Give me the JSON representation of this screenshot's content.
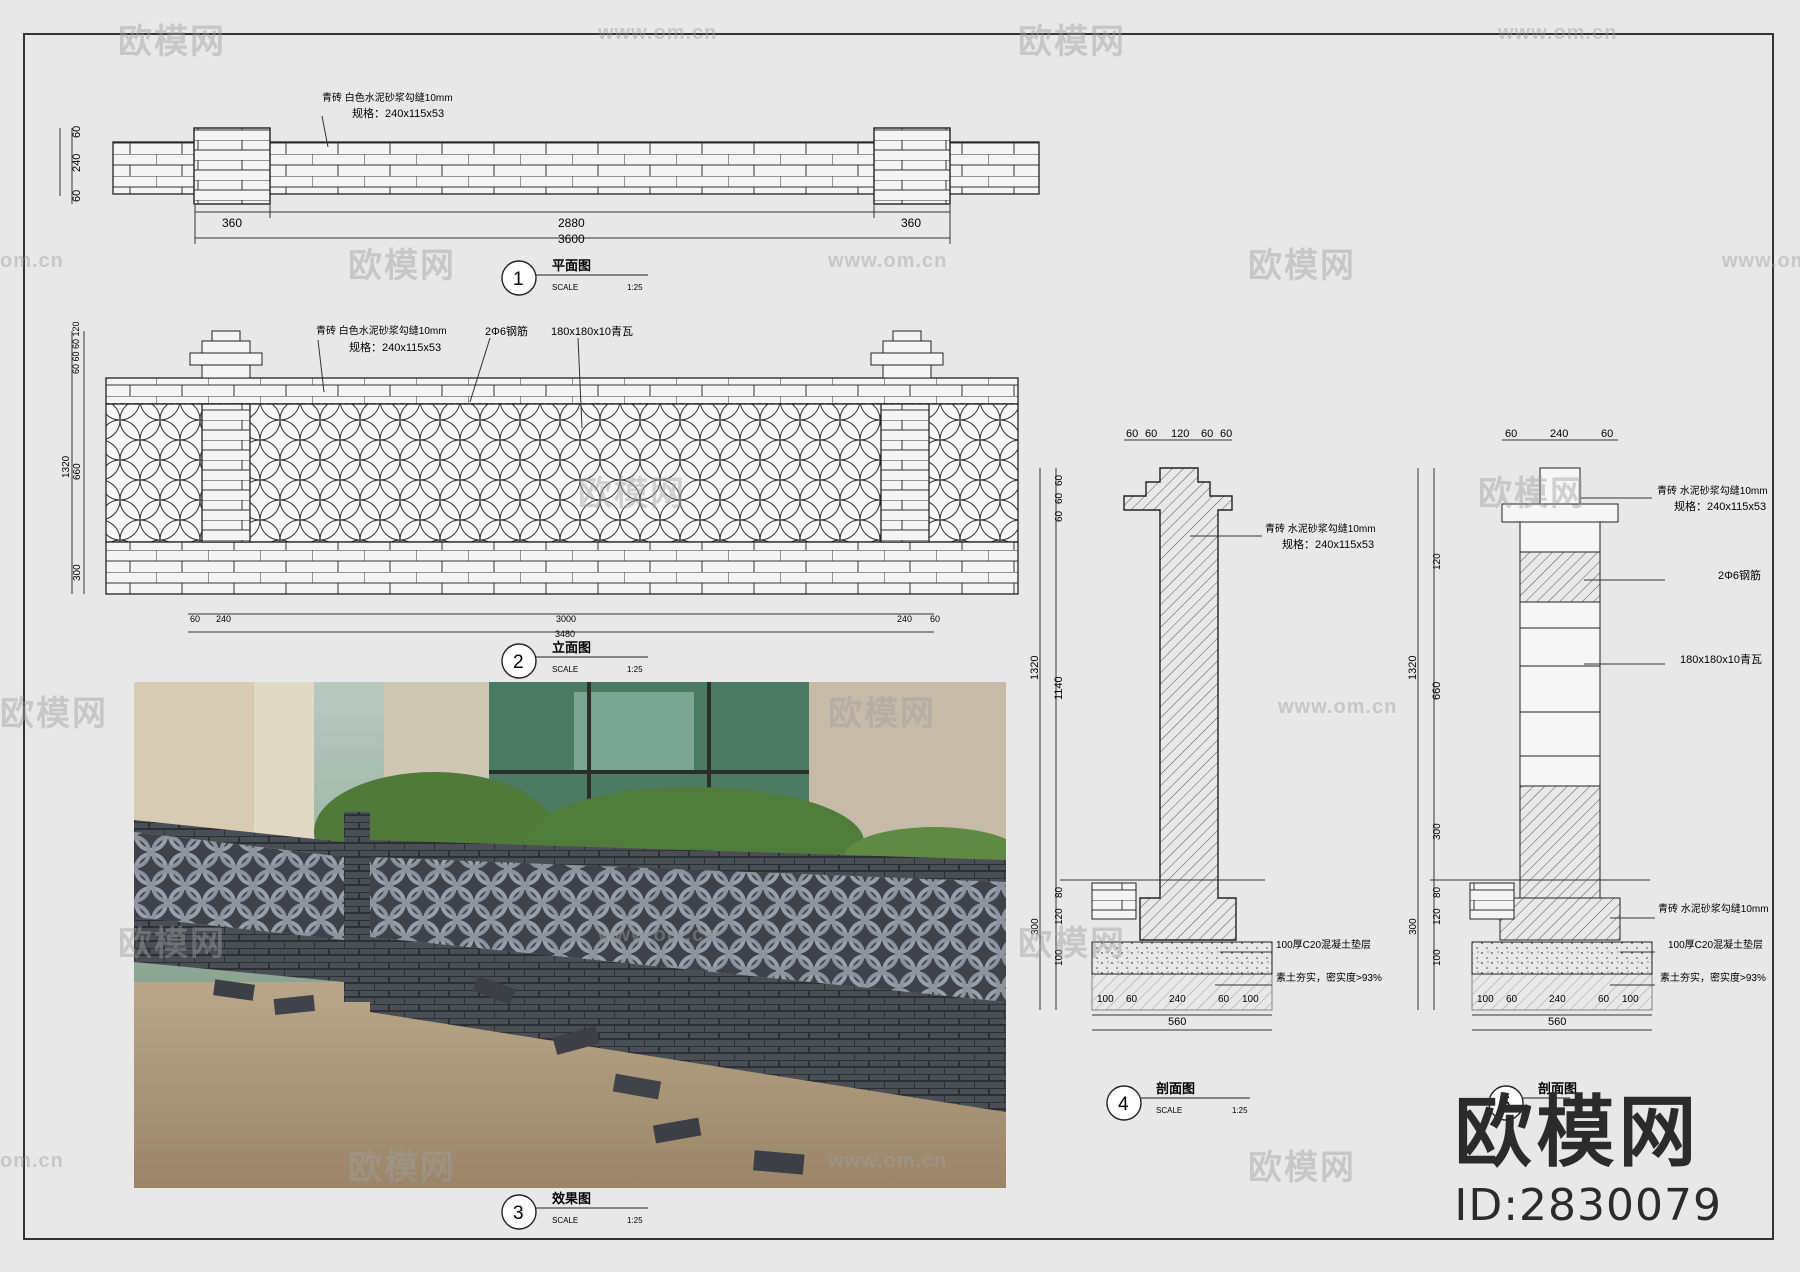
{
  "plan": {
    "note_line1": "青砖  白色水泥砂浆勾缝10mm",
    "note_line2": "规格：240x115x53",
    "dim_left": "360",
    "dim_mid": "2880",
    "dim_right": "360",
    "dim_total": "3600",
    "vdim_a": "60",
    "vdim_b": "240",
    "vdim_c": "60",
    "number": "1",
    "title": "平面图",
    "scale_label": "SCALE",
    "scale": "1:25"
  },
  "elevation": {
    "note_line1": "青砖  白色水泥砂浆勾缝10mm",
    "note_line2": "规格：240x115x53",
    "rebar": "2Φ6钢筋",
    "tile": "180x180x10青瓦",
    "vdim_top": "60 60 60 120",
    "vdim_total": "1320",
    "vdim_mid": "660",
    "vdim_bottom": "300",
    "dim_a": "60",
    "dim_b": "240",
    "dim_c": "3000",
    "dim_d": "240",
    "dim_e": "60",
    "dim_total": "3480",
    "number": "2",
    "title": "立面图",
    "scale_label": "SCALE",
    "scale": "1:25"
  },
  "photo": {
    "number": "3",
    "title": "效果图",
    "scale_label": "SCALE",
    "scale": "1:25"
  },
  "section4": {
    "top_dims": [
      "60",
      "60",
      "120",
      "60",
      "60"
    ],
    "note_line1": "青砖  水泥砂浆勾缝10mm",
    "note_line2": "规格：240x115x53",
    "slab": "100厚C20混凝土垫层",
    "soil": "素土夯实，密实度>93%",
    "vdims": [
      "60",
      "60",
      "60"
    ],
    "v_total": "1320",
    "v_1140": "1140",
    "v_80": "80",
    "v_120": "120",
    "v_300": "300",
    "v_100": "100",
    "bottom_dims": [
      "100",
      "60",
      "240",
      "60",
      "100"
    ],
    "bottom_total": "560",
    "number": "4",
    "title": "剖面图",
    "scale_label": "SCALE",
    "scale": "1:25"
  },
  "section5": {
    "top_dims": [
      "60",
      "240",
      "60"
    ],
    "note_line1": "青砖  水泥砂浆勾缝10mm",
    "note_line2": "规格：240x115x53",
    "rebar": "2Φ6钢筋",
    "tile": "180x180x10青瓦",
    "mortar": "青砖  水泥砂浆勾缝10mm",
    "slab": "100厚C20混凝土垫层",
    "soil": "素土夯实，密实度>93%",
    "v_total": "1320",
    "v_120": "120",
    "v_660": "660",
    "v_300": "300",
    "v_80": "80",
    "v_120b": "120",
    "v_300b": "300",
    "v_100": "100",
    "bottom_dims": [
      "100",
      "60",
      "240",
      "60",
      "100"
    ],
    "bottom_total": "560",
    "number": "5",
    "title": "剖面图"
  },
  "watermark": {
    "brand": "欧模网",
    "url": "www.om.cn",
    "short": "om.cn"
  },
  "logo": {
    "brand": "欧模网",
    "id": "ID:2830079"
  }
}
